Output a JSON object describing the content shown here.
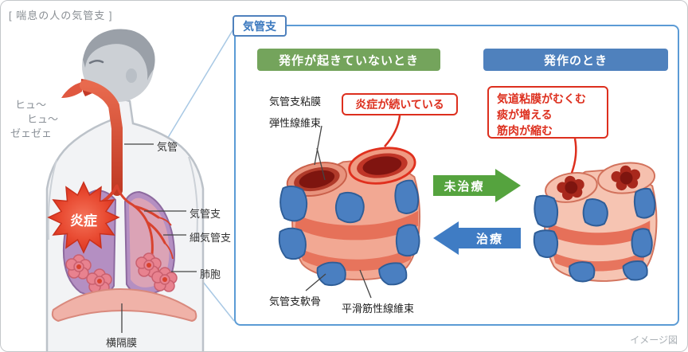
{
  "page": {
    "title": "[ 喘息の人の気管支 ]",
    "watermark": "イメージ図"
  },
  "figure": {
    "wheeze": {
      "line1": "ヒュ〜",
      "line2": "ヒュ〜",
      "line3": "ゼェゼェ"
    },
    "labels": {
      "trachea": "気管",
      "inflammation": "炎症",
      "bronchus": "気管支",
      "bronchiole": "細気管支",
      "alveoli": "肺胞",
      "diaphragm": "横隔膜"
    }
  },
  "panel": {
    "tag": "気管支",
    "normal": {
      "header": "発作が起きていないとき",
      "callout": "炎症が続いている",
      "labels": {
        "mucosa": "気管支粘膜",
        "elastic": "弾性線維束",
        "cartilage": "気管支軟骨",
        "smooth_muscle": "平滑筋性線維束"
      }
    },
    "attack": {
      "header": "発作のとき",
      "callout": {
        "line1": "気道粘膜がむくむ",
        "line2": "痰が増える",
        "line3": "筋肉が縮む"
      }
    },
    "arrows": {
      "untreated": "未治療",
      "treated": "治療"
    }
  },
  "colors": {
    "green_header": "#74a45c",
    "blue_header": "#4f81bd",
    "panel_border": "#5b9bd5",
    "callout_red": "#dd2f1e",
    "arrow_green": "#55a33e",
    "arrow_blue": "#3f7cc4",
    "inflammation_red": "#e13b27"
  }
}
